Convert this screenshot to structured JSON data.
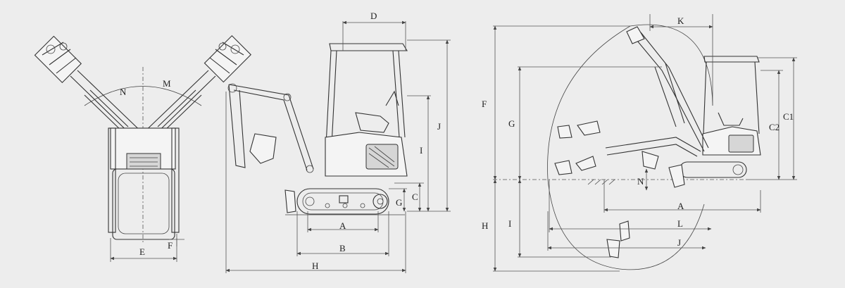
{
  "labels": {
    "top_view": {
      "n": "N",
      "m": "M",
      "e": "E",
      "f": "F"
    },
    "side_view": {
      "d": "D",
      "j": "J",
      "i": "I",
      "c": "C",
      "g": "G",
      "a": "A",
      "b": "B",
      "h": "H"
    },
    "working_range": {
      "k": "K",
      "f": "F",
      "g": "G",
      "h": "H",
      "i": "I",
      "c2": "C2",
      "c1": "C1",
      "n": "N",
      "a": "A",
      "l": "L",
      "j": "J"
    }
  }
}
